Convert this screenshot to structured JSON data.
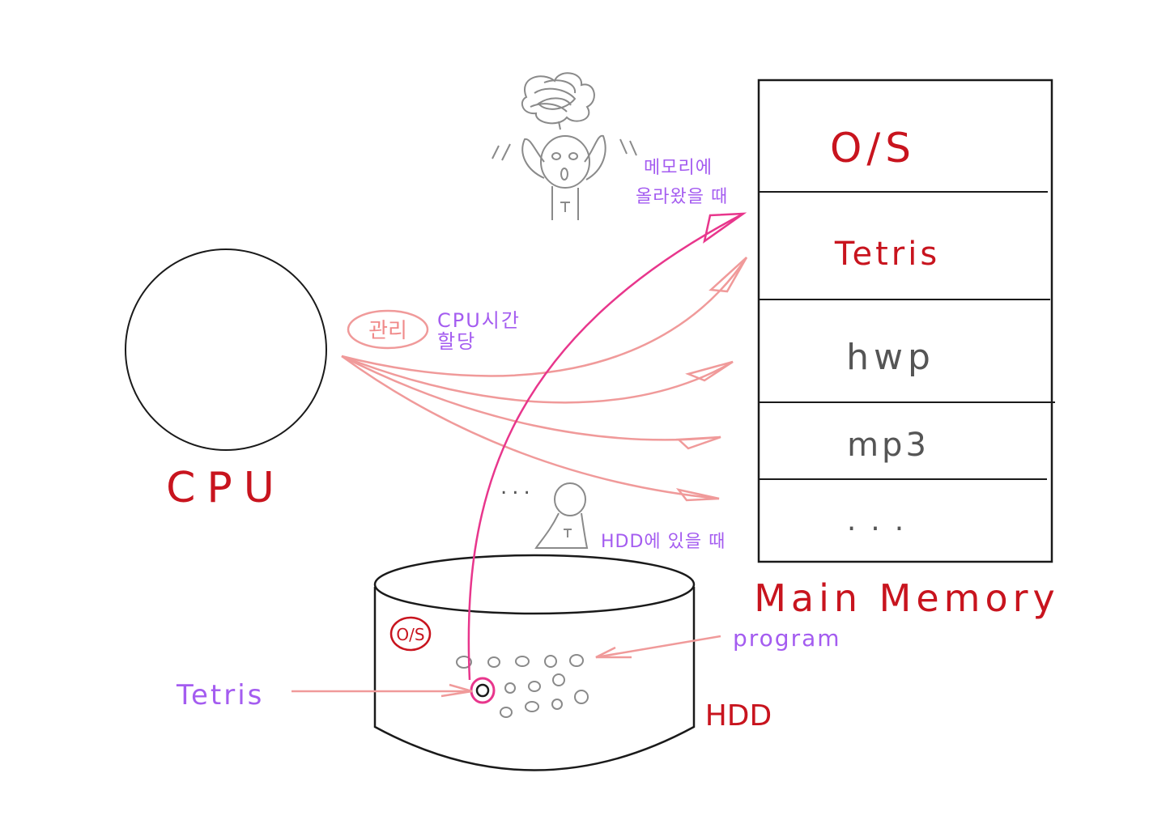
{
  "cpu": {
    "label": "CPU"
  },
  "memory": {
    "label": "Main Memory",
    "slots": [
      "O/S",
      "Tetris",
      "hwp",
      "mp3",
      "..."
    ]
  },
  "hdd": {
    "label": "HDD",
    "os_badge": "O/S",
    "program_label": "program",
    "tetris_label": "Tetris"
  },
  "annotations": {
    "manage_badge": "관리",
    "cpu_time_line1": "CPU시간",
    "cpu_time_line2": "할당",
    "on_memory_line1": "메모리에",
    "on_memory_line2": "올라왔을 때",
    "on_hdd": "HDD에 있을 때",
    "dots": "..."
  },
  "colors": {
    "red_text": "#c8141e",
    "purple_text": "#a45cf0",
    "arrow_pink": "#f09a9a",
    "arrow_magenta": "#e8368c",
    "outline": "#1a1a1a",
    "figure_gray": "#8a8a8a"
  }
}
